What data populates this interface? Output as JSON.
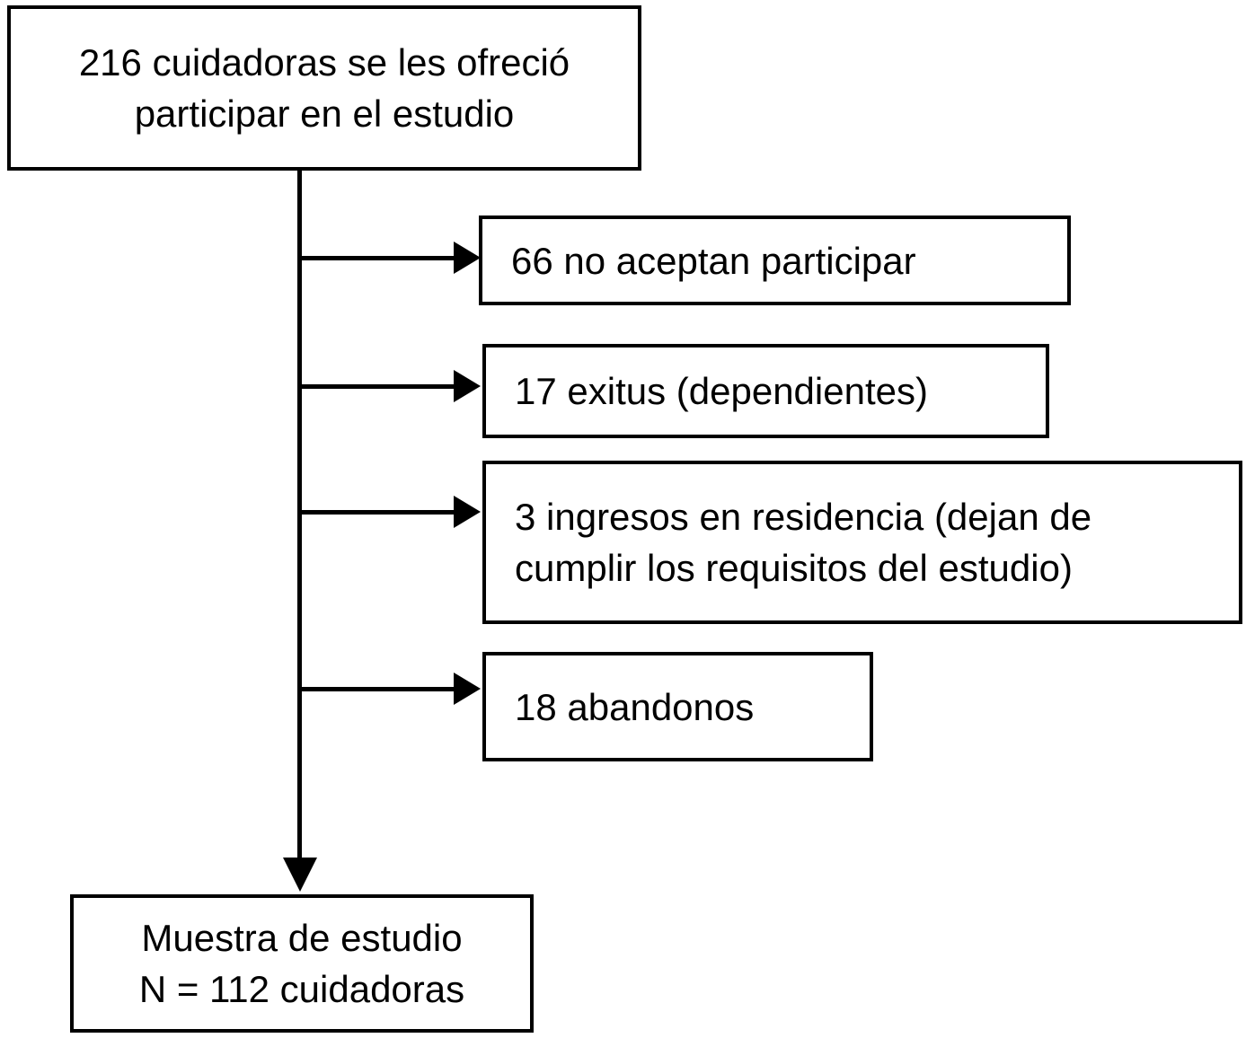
{
  "colors": {
    "stroke": "#000000",
    "text": "#000000",
    "background": "#ffffff"
  },
  "flowchart": {
    "source_box": {
      "count": 216,
      "line1": "216 cuidadoras se les ofreció",
      "line2": "participar en el estudio"
    },
    "exclusions": [
      {
        "count": 66,
        "label": "66 no aceptan participar"
      },
      {
        "count": 17,
        "label": "17 exitus (dependientes)"
      },
      {
        "count": 3,
        "line1": "3 ingresos en residencia (dejan de",
        "line2": "cumplir los requisitos del estudio)"
      },
      {
        "count": 18,
        "label": "18 abandonos"
      }
    ],
    "result_box": {
      "count": 112,
      "line1": "Muestra de estudio",
      "line2": "N = 112 cuidadoras"
    }
  }
}
